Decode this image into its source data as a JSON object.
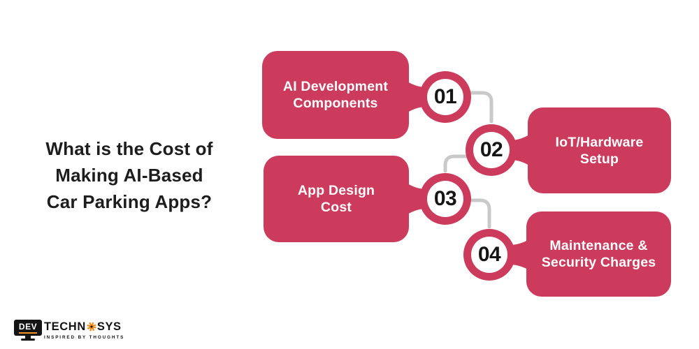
{
  "title": {
    "lines": [
      "What is the Cost of",
      "Making AI-Based",
      "Car Parking Apps?"
    ]
  },
  "steps": [
    {
      "number": "01",
      "line1": "AI Development",
      "line2": "Components",
      "label": "AI Development Components"
    },
    {
      "number": "02",
      "line1": "IoT/Hardware",
      "line2": "Setup",
      "label": "IoT/Hardware Setup"
    },
    {
      "number": "03",
      "line1": "App Design",
      "line2": "Cost",
      "label": "App Design Cost"
    },
    {
      "number": "04",
      "line1": "Maintenance &",
      "line2": "Security Charges",
      "label": "Maintenance & Security Charges"
    }
  ],
  "logo": {
    "monitor_text": "DEV",
    "brand_left": "TECHN",
    "brand_right": "SYS",
    "tagline": "INSPIRED BY THOUGHTS"
  },
  "colors": {
    "accent_pink": "#cd3b5c",
    "connector_gray": "#c9c9c9",
    "title_text": "#1d1d1d",
    "number_text": "#151515",
    "card_text": "#ffffff",
    "logo_orange": "#f29022",
    "logo_black": "#141414"
  }
}
